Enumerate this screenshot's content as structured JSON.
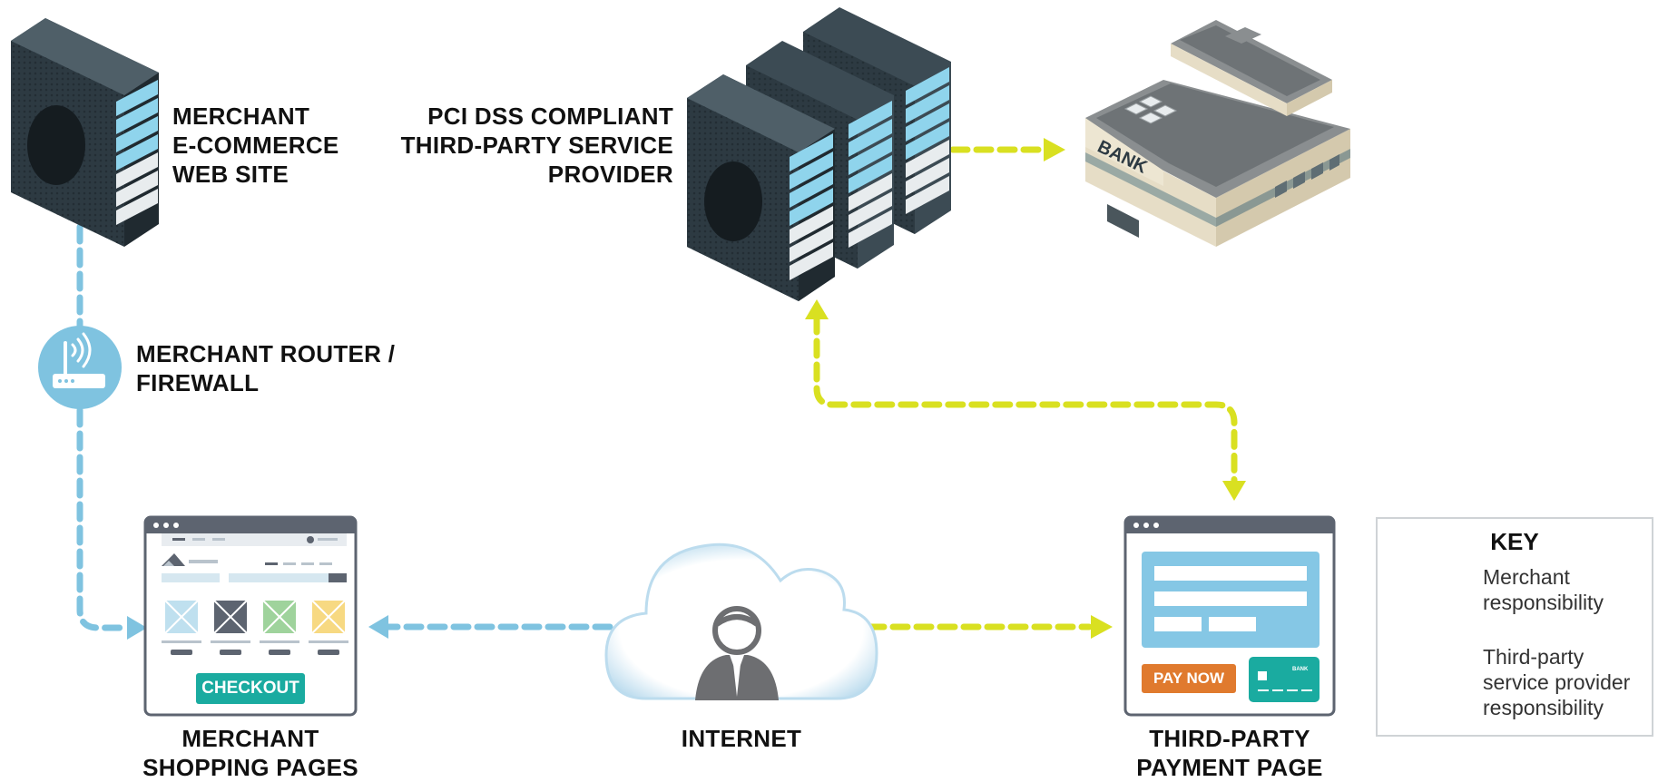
{
  "labels": {
    "merchant_site": [
      "MERCHANT",
      "E-COMMERCE",
      "WEB SITE"
    ],
    "tpsp": [
      "PCI DSS COMPLIANT",
      "THIRD-PARTY SERVICE",
      "PROVIDER"
    ],
    "router": [
      "MERCHANT ROUTER /",
      "FIREWALL"
    ],
    "shopping": [
      "MERCHANT",
      "SHOPPING PAGES"
    ],
    "internet": "INTERNET",
    "payment_page": [
      "THIRD-PARTY",
      "PAYMENT PAGE"
    ]
  },
  "building_sign": "BANK",
  "card_mini_text": "BANK",
  "buttons": {
    "checkout": "CHECKOUT",
    "pay_now": "PAY NOW"
  },
  "key": {
    "title": "KEY",
    "merchant": [
      "Merchant",
      "responsibility"
    ],
    "third_party": [
      "Third-party",
      "service provider",
      "responsibility"
    ]
  },
  "colors": {
    "merchant_arrow": "#7fc3e0",
    "third_party_arrow": "#d9e021",
    "checkout_button": "#1aaba0",
    "pay_now_button": "#e07a2e",
    "card": "#1aaba0",
    "server_dark": "#2d3a42",
    "router": "#7fc3e0"
  },
  "icons": [
    "server-icon",
    "server-rack-icon",
    "bank-building-icon",
    "router-icon",
    "browser-window-icon",
    "cloud-icon",
    "person-icon",
    "credit-card-icon"
  ]
}
